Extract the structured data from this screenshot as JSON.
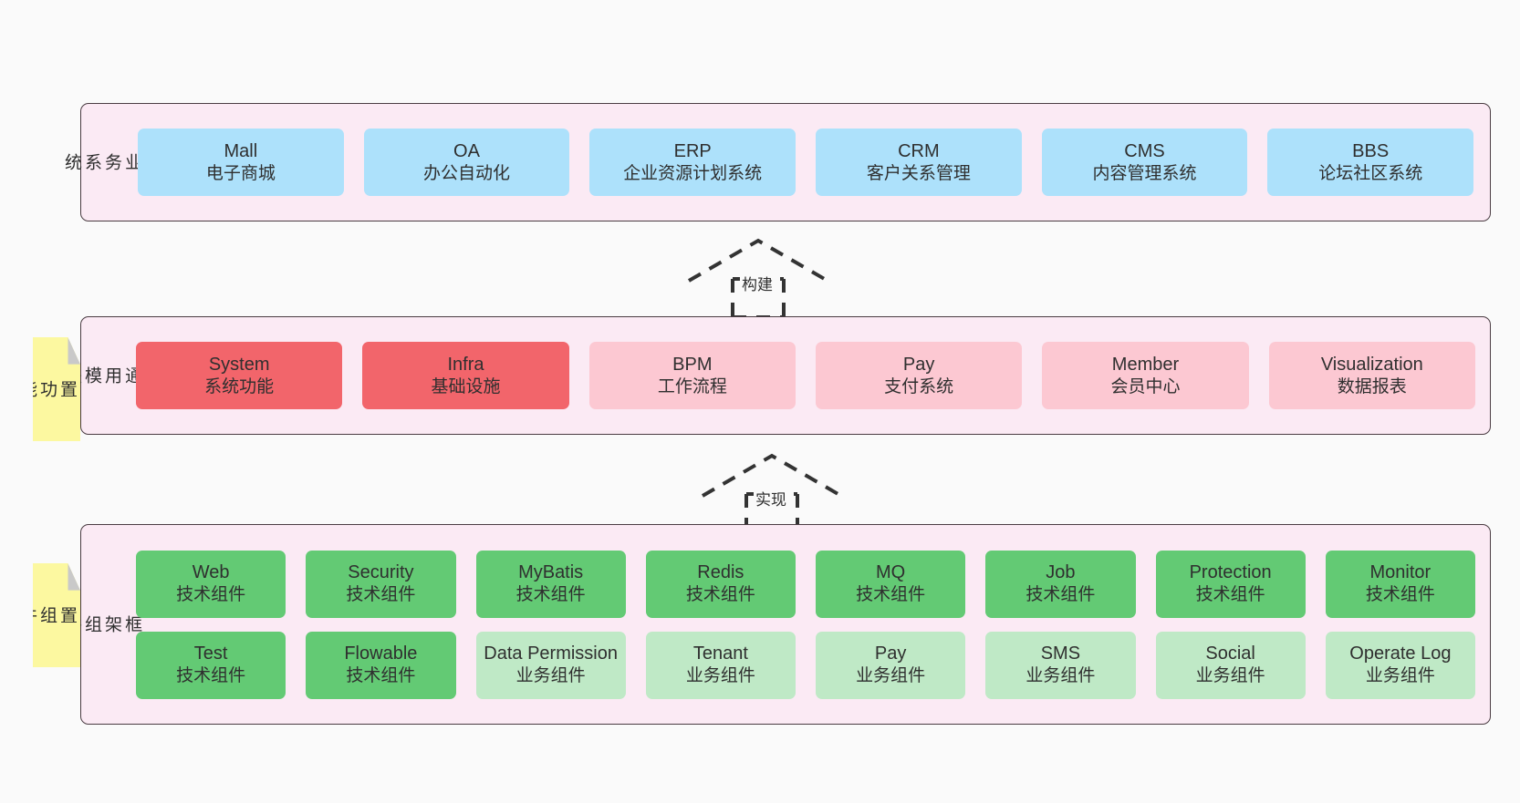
{
  "diagram": {
    "title": "ruoyi-vue-pro architecture layers",
    "colors": {
      "band_bg": "#fbeaf4",
      "band_border": "#4a3c42",
      "business_node": "#ade1fb",
      "core_module_node": "#f2656b",
      "optional_module_node": "#fcc8d2",
      "tech_component_node": "#63ca74",
      "biz_component_node": "#bfe9c6",
      "note_bg": "#fcf8a0",
      "note_fold": "#c9c9c9",
      "canvas_bg": "#fafafa"
    }
  },
  "layers": {
    "business": {
      "title": "业\n务\n系\n统",
      "nodes": [
        {
          "name": "Mall",
          "sub": "电子商城",
          "style": "n-blue"
        },
        {
          "name": "OA",
          "sub": "办公自动化",
          "style": "n-blue"
        },
        {
          "name": "ERP",
          "sub": "企业资源计划系统",
          "style": "n-blue"
        },
        {
          "name": "CRM",
          "sub": "客户关系管理",
          "style": "n-blue"
        },
        {
          "name": "CMS",
          "sub": "内容管理系统",
          "style": "n-blue"
        },
        {
          "name": "BBS",
          "sub": "论坛社区系统",
          "style": "n-blue"
        }
      ]
    },
    "common": {
      "title": "通\n用\n模\n块",
      "nodes": [
        {
          "name": "System",
          "sub": "系统功能",
          "style": "n-red"
        },
        {
          "name": "Infra",
          "sub": "基础设施",
          "style": "n-red"
        },
        {
          "name": "BPM",
          "sub": "工作流程",
          "style": "n-pink"
        },
        {
          "name": "Pay",
          "sub": "支付系统",
          "style": "n-pink"
        },
        {
          "name": "Member",
          "sub": "会员中心",
          "style": "n-pink"
        },
        {
          "name": "Visualization",
          "sub": "数据报表",
          "style": "n-pink"
        }
      ]
    },
    "framework": {
      "title": "框\n架\n组\n件",
      "row1": [
        {
          "name": "Web",
          "sub": "技术组件",
          "style": "n-green"
        },
        {
          "name": "Security",
          "sub": "技术组件",
          "style": "n-green"
        },
        {
          "name": "MyBatis",
          "sub": "技术组件",
          "style": "n-green"
        },
        {
          "name": "Redis",
          "sub": "技术组件",
          "style": "n-green"
        },
        {
          "name": "MQ",
          "sub": "技术组件",
          "style": "n-green"
        },
        {
          "name": "Job",
          "sub": "技术组件",
          "style": "n-green"
        },
        {
          "name": "Protection",
          "sub": "技术组件",
          "style": "n-green"
        },
        {
          "name": "Monitor",
          "sub": "技术组件",
          "style": "n-green"
        }
      ],
      "row2": [
        {
          "name": "Test",
          "sub": "技术组件",
          "style": "n-green"
        },
        {
          "name": "Flowable",
          "sub": "技术组件",
          "style": "n-green"
        },
        {
          "name": "Data Permission",
          "sub": "业务组件",
          "style": "n-green-light"
        },
        {
          "name": "Tenant",
          "sub": "业务组件",
          "style": "n-green-light"
        },
        {
          "name": "Pay",
          "sub": "业务组件",
          "style": "n-green-light"
        },
        {
          "name": "SMS",
          "sub": "业务组件",
          "style": "n-green-light"
        },
        {
          "name": "Social",
          "sub": "业务组件",
          "style": "n-green-light"
        },
        {
          "name": "Operate Log",
          "sub": "业务组件",
          "style": "n-green-light"
        }
      ]
    }
  },
  "connectors": [
    {
      "id": "build",
      "label": "构建",
      "from": "common",
      "to": "business",
      "style": "dashed-hollow-arrow-up"
    },
    {
      "id": "implement",
      "label": "实现",
      "from": "framework",
      "to": "common",
      "style": "dashed-hollow-arrow-up"
    }
  ],
  "notes": [
    {
      "id": "features",
      "text": "内\n置\n功\n能"
    },
    {
      "id": "components",
      "text": "内\n置\n组\n件"
    }
  ]
}
